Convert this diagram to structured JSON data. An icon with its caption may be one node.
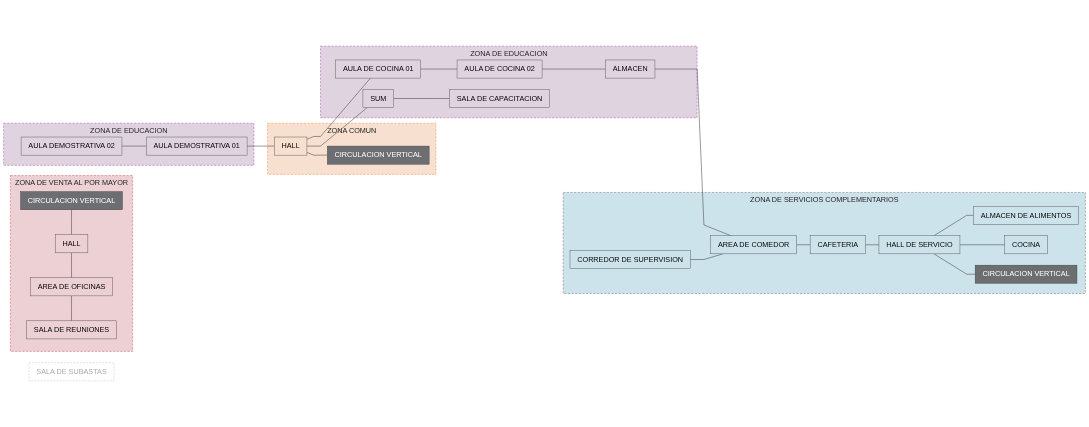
{
  "diagram": {
    "nodes": [
      {
        "text": [
          "ZONA DE VENTA AL POR MAYOR"
        ]
      },
      {
        "text": [
          "CIRCULACION VERTICAL"
        ],
        "in": 0
      },
      {
        "text": [
          "HALL"
        ],
        "in": 0
      },
      {
        "text": [
          "AREA DE OFICINAS"
        ],
        "in": 0
      },
      {
        "text": [
          "SALA DE REUNIONES"
        ],
        "in": 0
      },
      {
        "text": [
          "SALA DE SUBASTAS"
        ]
      },
      {
        "text": [
          "ZONA DE EDUCACION"
        ]
      },
      {
        "text": [
          "AULA DEMOSTRATIVA 02"
        ],
        "in": 6
      },
      {
        "text": [
          "AULA DEMOSTRATIVA 01"
        ],
        "in": 6
      },
      {
        "text": [
          "ZONA COMUN"
        ]
      },
      {
        "text": [
          "HALL"
        ],
        "in": 9
      },
      {
        "text": [
          "CIRCULACION VERTICAL"
        ],
        "in": 9
      },
      {
        "text": [
          "ZONA DE EDUCACION"
        ]
      },
      {
        "text": [
          "AULA DE COCINA 01"
        ],
        "in": 12
      },
      {
        "text": [
          "SUM"
        ],
        "in": 12
      },
      {
        "text": [
          "AULA DE COCINA 02"
        ],
        "in": 12
      },
      {
        "text": [
          "SALA DE CAPACITACION"
        ],
        "in": 12
      },
      {
        "text": [
          "ALMACEN"
        ],
        "in": 12
      },
      {
        "text": [
          "ZONA DE SERVICIOS COMPLEMENTARIOS"
        ]
      },
      {
        "text": [
          "CORREDOR DE SUPERVISION"
        ],
        "in": 18
      },
      {
        "text": [
          "AREA DE COMEDOR"
        ],
        "in": 18
      },
      {
        "text": [
          "CAFETERIA"
        ],
        "in": 18
      },
      {
        "text": [
          "HALL DE SERVICIO"
        ],
        "in": 18
      },
      {
        "text": [
          "ALMACEN DE ALIMENTOS"
        ],
        "in": 18
      },
      {
        "text": [
          "COCINA"
        ],
        "in": 18
      },
      {
        "text": [
          "CIRCULACION VERTICAL"
        ],
        "in": 18
      }
    ],
    "edges": [
      {
        "from": 1,
        "to": 2,
        "arrow": "none"
      },
      {
        "from": 2,
        "to": 3,
        "arrow": "none"
      },
      {
        "from": 3,
        "to": 4,
        "arrow": "none"
      },
      {
        "from": 7,
        "to": 8,
        "arrow": "none"
      },
      {
        "from": 8,
        "to": 10,
        "arrow": "none"
      },
      {
        "from": 10,
        "to": 11,
        "arrow": "none"
      },
      {
        "from": 10,
        "to": 13,
        "arrow": "none"
      },
      {
        "from": 10,
        "to": 14,
        "arrow": "none"
      },
      {
        "from": 13,
        "to": 15,
        "arrow": "none"
      },
      {
        "from": 15,
        "to": 17,
        "arrow": "none"
      },
      {
        "from": 14,
        "to": 16,
        "arrow": "none"
      },
      {
        "from": 17,
        "to": 20,
        "arrow": "none"
      },
      {
        "from": 19,
        "to": 20,
        "arrow": "none"
      },
      {
        "from": 20,
        "to": 21,
        "arrow": "none"
      },
      {
        "from": 21,
        "to": 22,
        "arrow": "none"
      },
      {
        "from": 22,
        "to": 23,
        "arrow": "none"
      },
      {
        "from": 22,
        "to": 24,
        "arrow": "none"
      },
      {
        "from": 22,
        "to": 25,
        "arrow": "none"
      }
    ]
  }
}
